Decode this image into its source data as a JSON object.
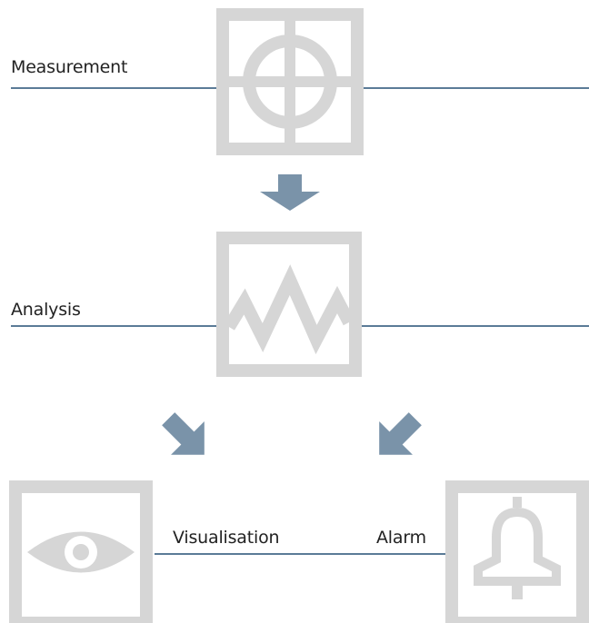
{
  "labels": {
    "measurement": "Measurement",
    "analysis": "Analysis",
    "visualisation": "Visualisation",
    "alarm": "Alarm"
  },
  "colors": {
    "line": "#5b7b97",
    "arrow": "#7a93a9",
    "icon": "#d6d6d6",
    "text": "#222222"
  },
  "icons": [
    "crosshair-icon",
    "zigzag-signal-icon",
    "eye-icon",
    "bell-icon"
  ]
}
